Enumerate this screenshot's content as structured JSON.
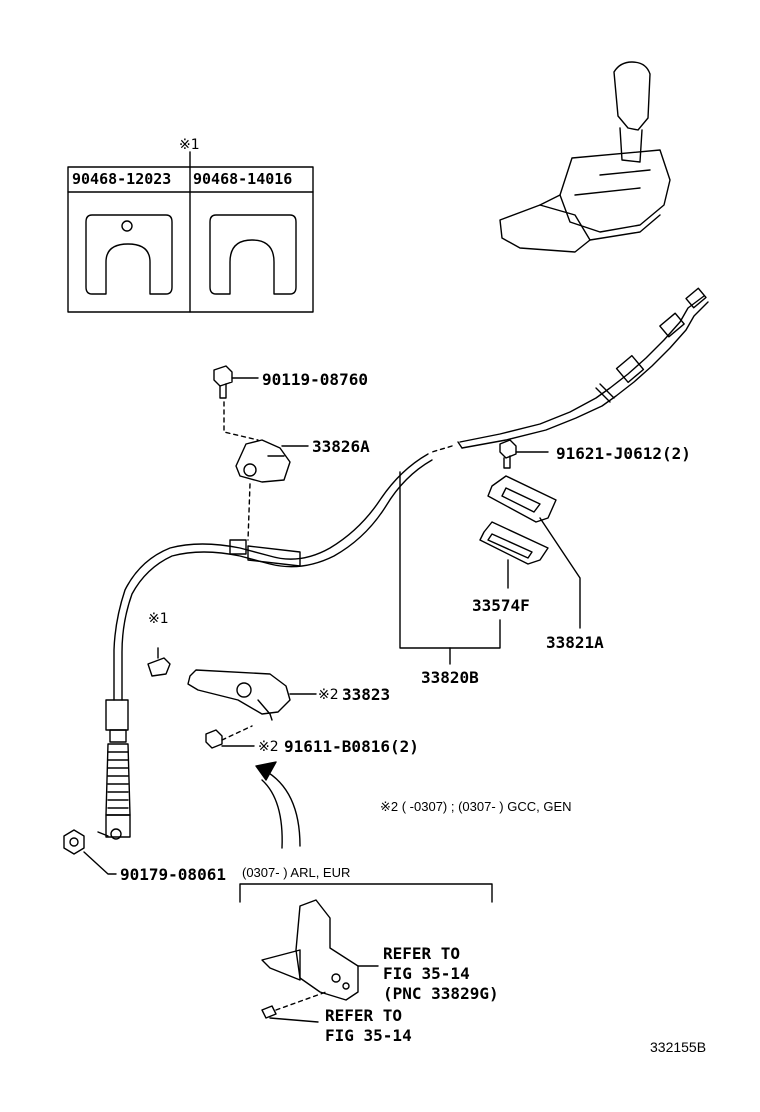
{
  "inset": {
    "marker": "※1",
    "left_part": "90468-12023",
    "right_part": "90468-14016"
  },
  "parts": {
    "p_90119": "90119-08760",
    "p_33826A": "33826A",
    "p_91621": "91621-J0612(2)",
    "p_33574F": "33574F",
    "p_33821A": "33821A",
    "p_33820B": "33820B",
    "p_33823": "33823",
    "p_33823_mark": "※2",
    "p_91611": "91611-B0816(2)",
    "p_91611_mark": "※2",
    "p_90179": "90179-08061",
    "clip_mark": "※1"
  },
  "notes": {
    "note2": "※2 (          -0307) ; (0307-          ) GCC, GEN",
    "variant": "(0307-          ) ARL, EUR"
  },
  "refer": {
    "upper_1": "REFER TO",
    "upper_2": "FIG 35-14",
    "upper_3": "(PNC 33829G)",
    "lower_1": "REFER TO",
    "lower_2": "FIG 35-14"
  },
  "figure_id": "332155B"
}
